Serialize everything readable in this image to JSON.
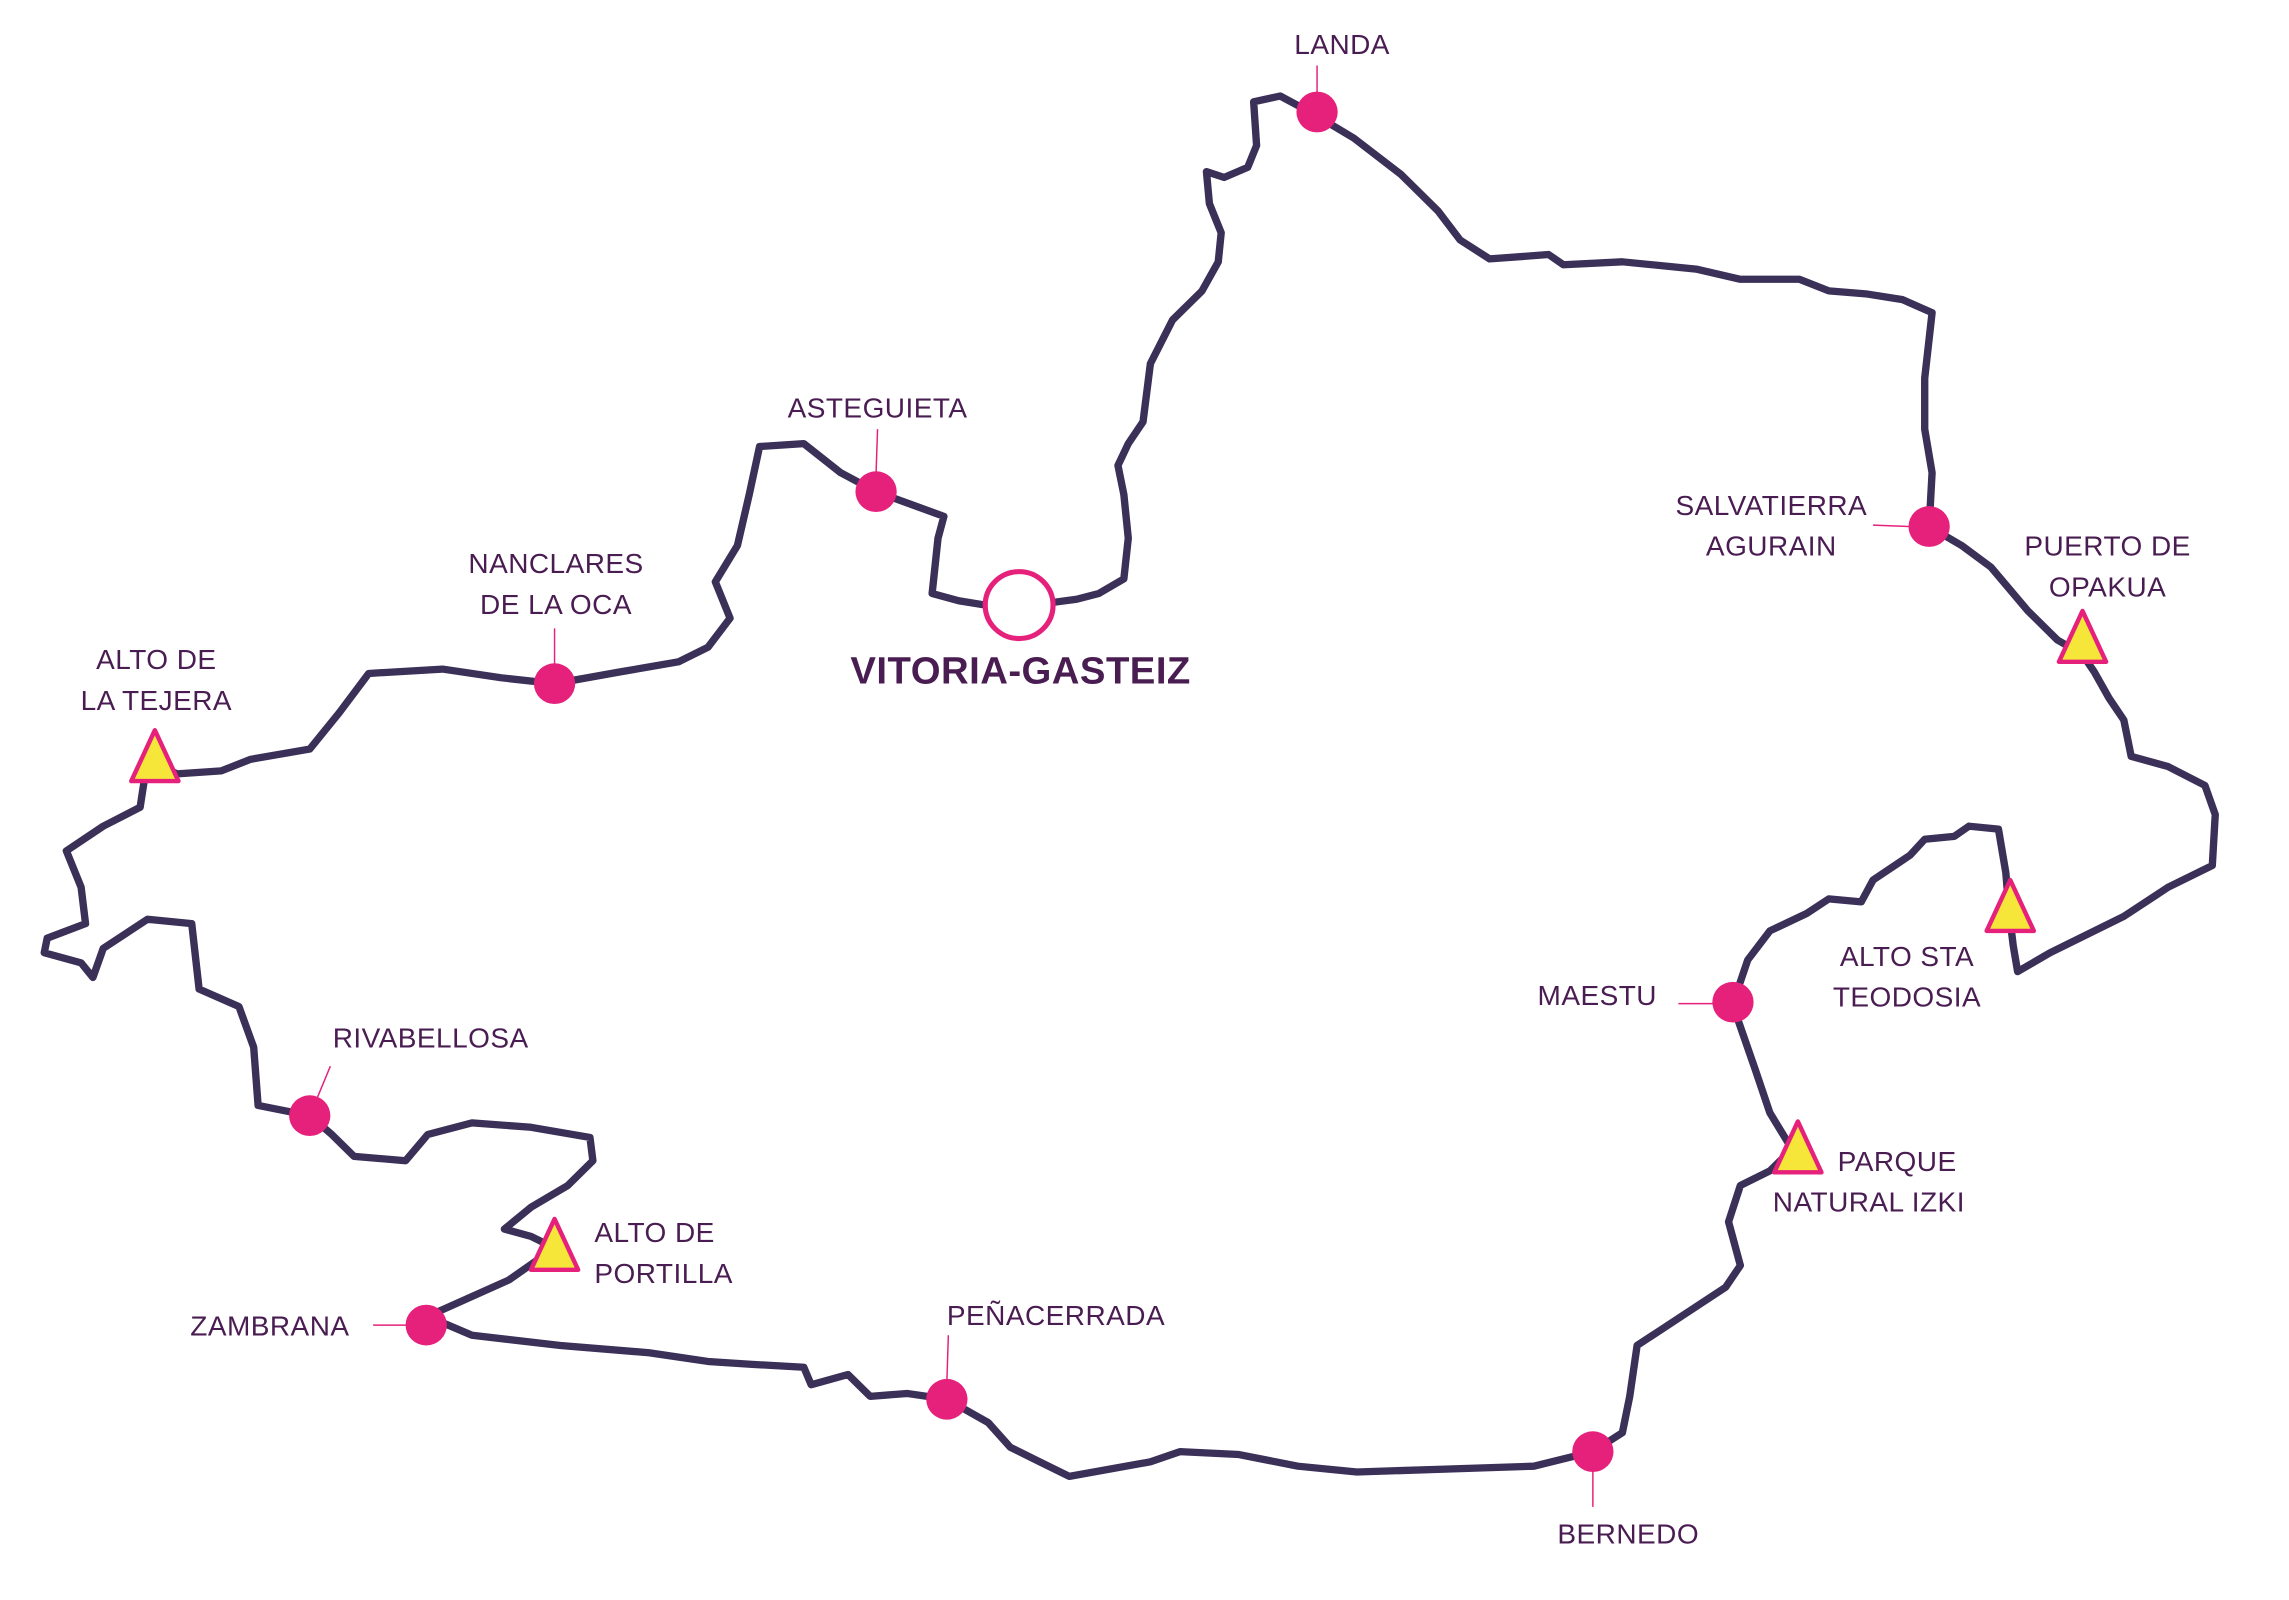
{
  "colors": {
    "route": "#3a3058",
    "town": "#e6217c",
    "pass_fill": "#f6e63a",
    "pass_stroke": "#e6217c",
    "text": "#4a1d52"
  },
  "capital": {
    "name": "VITORIA-GASTEIZ",
    "icon": "hollow-circle-icon"
  },
  "towns": [
    {
      "id": "landa",
      "lines": [
        "LANDA"
      ]
    },
    {
      "id": "asteguieta",
      "lines": [
        "ASTEGUIETA"
      ]
    },
    {
      "id": "nanclares",
      "lines": [
        "NANCLARES",
        "DE  LA  OCA"
      ]
    },
    {
      "id": "salvatierra",
      "lines": [
        "SALVATIERRA",
        "AGURAIN"
      ]
    },
    {
      "id": "maestu",
      "lines": [
        "MAESTU"
      ]
    },
    {
      "id": "bernedo",
      "lines": [
        "BERNEDO"
      ]
    },
    {
      "id": "penacerrada",
      "lines": [
        "PEÑACERRADA"
      ]
    },
    {
      "id": "zambrana",
      "lines": [
        "ZAMBRANA"
      ]
    },
    {
      "id": "rivabellosa",
      "lines": [
        "RIVABELLOSA"
      ]
    }
  ],
  "passes": [
    {
      "id": "tejera",
      "lines": [
        "ALTO  DE",
        "LA TEJERA"
      ]
    },
    {
      "id": "opakua",
      "lines": [
        "PUERTO DE",
        "OPAKUA"
      ]
    },
    {
      "id": "teodosia",
      "lines": [
        "ALTO STA",
        "TEODOSIA"
      ]
    },
    {
      "id": "izki",
      "lines": [
        "PARQUE",
        "NATURAL IZKI"
      ]
    },
    {
      "id": "portilla",
      "lines": [
        "ALTO   DE",
        "PORTILLA"
      ]
    }
  ]
}
